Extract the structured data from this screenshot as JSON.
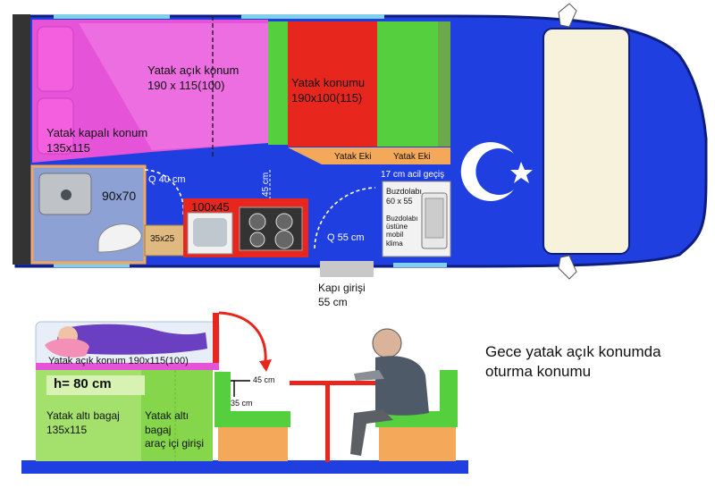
{
  "top_view": {
    "bed_open": {
      "name": "Yatak açık konum",
      "size": "190 x 115(100)"
    },
    "bed_closed": {
      "name": "Yatak kapalı konum",
      "size": "135x115"
    },
    "bed_position": {
      "name": "Yatak konumu",
      "size": "190x100(115)"
    },
    "bed_extra_1": "Yatak Eki",
    "bed_extra_2": "Yatak Eki",
    "q40": "Q 40 cm",
    "wc_size": "90x70",
    "sink_size": "100x45",
    "dim_45": "45 cm",
    "q55": "Q 55 cm",
    "cabinet_size": "35x25",
    "emergency_passage": "17 cm acil geçiş",
    "fridge": {
      "name": "Buzdolabı",
      "size": "60 x 55"
    },
    "fridge_top": "Buzdolabı\nüstüne\nmobil\nklima"
  },
  "door": {
    "name": "Kapı girişi",
    "size": "55 cm"
  },
  "side_view": {
    "bed_open": "Yatak açık konum 190x115(100)",
    "height": "h= 80 cm",
    "storage_left": "Yatak altı bagaj\n135x115",
    "storage_right": "Yatak altı\nbagaj\naraç içi girişi",
    "seat_45": "45 cm",
    "seat_35": "35 cm"
  },
  "caption": "Gece yatak açık konumda\noturma konumu",
  "colors": {
    "van_blue": "#1f3fe0",
    "bed_pink": "#e553d8",
    "bed_red": "#e7271d",
    "green": "#56cf3f",
    "orange": "#f4a85a",
    "tan": "#e0b980"
  }
}
